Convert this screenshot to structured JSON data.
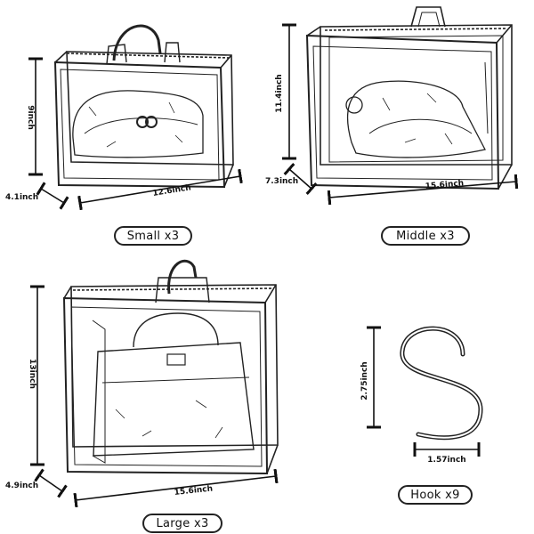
{
  "products": {
    "small": {
      "label": "Small x3",
      "height": "9inch",
      "depth": "4.1inch",
      "width": "12.6inch"
    },
    "middle": {
      "label": "Middle x3",
      "height": "11.4inch",
      "depth": "7.3inch",
      "width": "15.6inch"
    },
    "large": {
      "label": "Large x3",
      "height": "13inch",
      "depth": "4.9inch",
      "width": "15.6inch"
    },
    "hook": {
      "label": "Hook x9",
      "height": "2.75inch",
      "width": "1.57inch"
    }
  }
}
